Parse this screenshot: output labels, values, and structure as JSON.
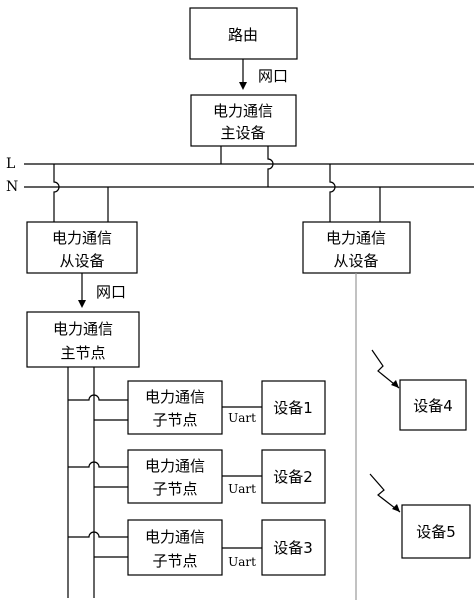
{
  "router": "路由",
  "ethernet_label": "网口",
  "main_device": [
    "电力通信",
    "主设备"
  ],
  "line_L": "L",
  "line_N": "N",
  "slave_device_left": [
    "电力通信",
    "从设备"
  ],
  "slave_device_right": [
    "电力通信",
    "从设备"
  ],
  "master_node": [
    "电力通信",
    "主节点"
  ],
  "sub_nodes": [
    {
      "lines": [
        "电力通信",
        "子节点"
      ],
      "link": "Uart",
      "device": "设备1"
    },
    {
      "lines": [
        "电力通信",
        "子节点"
      ],
      "link": "Uart",
      "device": "设备2"
    },
    {
      "lines": [
        "电力通信",
        "子节点"
      ],
      "link": "Uart",
      "device": "设备3"
    }
  ],
  "wireless_devices": [
    "设备4",
    "设备5"
  ]
}
